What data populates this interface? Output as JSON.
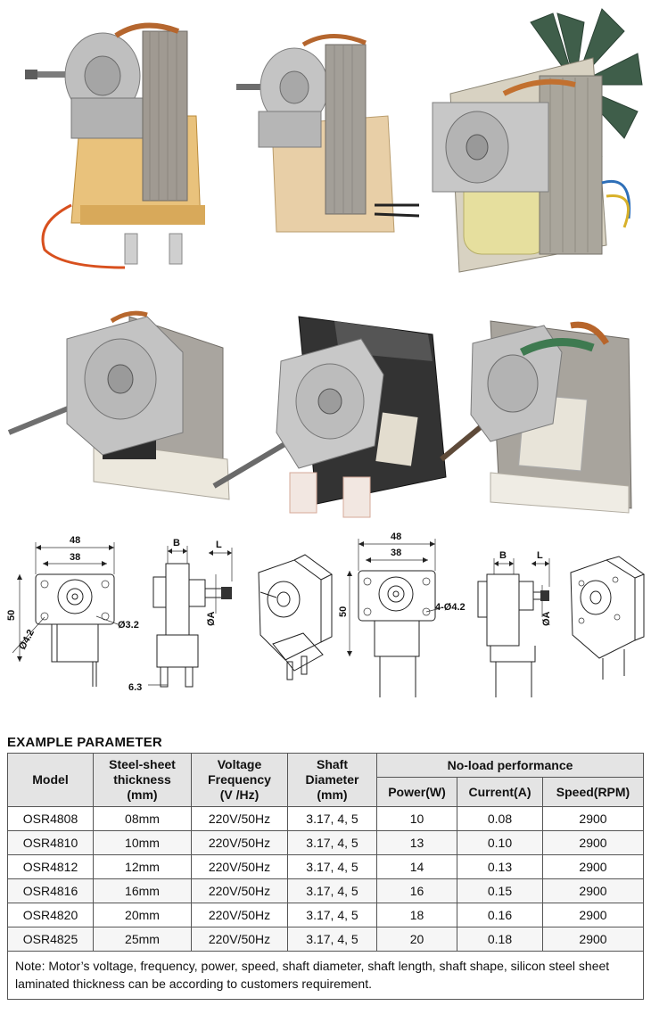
{
  "drawings": {
    "left": {
      "width_outer": "48",
      "width_inner": "38",
      "height": "50",
      "hole_diag": "Ø4.2",
      "shaft_hole": "Ø3.2",
      "side_b": "B",
      "side_l": "L",
      "side_a": "ØA",
      "terminal_gap": "6.3"
    },
    "right": {
      "width_outer": "48",
      "width_inner": "38",
      "height": "50",
      "holes": "4-Ø4.2",
      "side_b": "B",
      "side_l": "L",
      "side_a": "ØA"
    }
  },
  "table": {
    "title": "EXAMPLE PARAMETER",
    "headers": {
      "model": "Model",
      "steel_l1": "Steel-sheet",
      "steel_l2": "thickness",
      "steel_l3": "(mm)",
      "voltage_l1": "Voltage",
      "voltage_l2": "Frequency",
      "voltage_l3": "(V /Hz)",
      "shaft_l1": "Shaft",
      "shaft_l2": "Diameter",
      "shaft_l3": "(mm)",
      "noload": "No-load performance",
      "power": "Power(W)",
      "current": "Current(A)",
      "speed": "Speed(RPM)"
    },
    "rows": [
      [
        "OSR4808",
        "08mm",
        "220V/50Hz",
        "3.17, 4, 5",
        "10",
        "0.08",
        "2900"
      ],
      [
        "OSR4810",
        "10mm",
        "220V/50Hz",
        "3.17, 4, 5",
        "13",
        "0.10",
        "2900"
      ],
      [
        "OSR4812",
        "12mm",
        "220V/50Hz",
        "3.17, 4, 5",
        "14",
        "0.13",
        "2900"
      ],
      [
        "OSR4816",
        "16mm",
        "220V/50Hz",
        "3.17, 4, 5",
        "16",
        "0.15",
        "2900"
      ],
      [
        "OSR4820",
        "20mm",
        "220V/50Hz",
        "3.17, 4, 5",
        "18",
        "0.16",
        "2900"
      ],
      [
        "OSR4825",
        "25mm",
        "220V/50Hz",
        "3.17, 4, 5",
        "20",
        "0.18",
        "2900"
      ]
    ],
    "note": "Note: Motor’s voltage, frequency, power, speed, shaft diameter, shaft length, shaft shape, silicon steel sheet laminated thickness can be according to customers requirement."
  }
}
